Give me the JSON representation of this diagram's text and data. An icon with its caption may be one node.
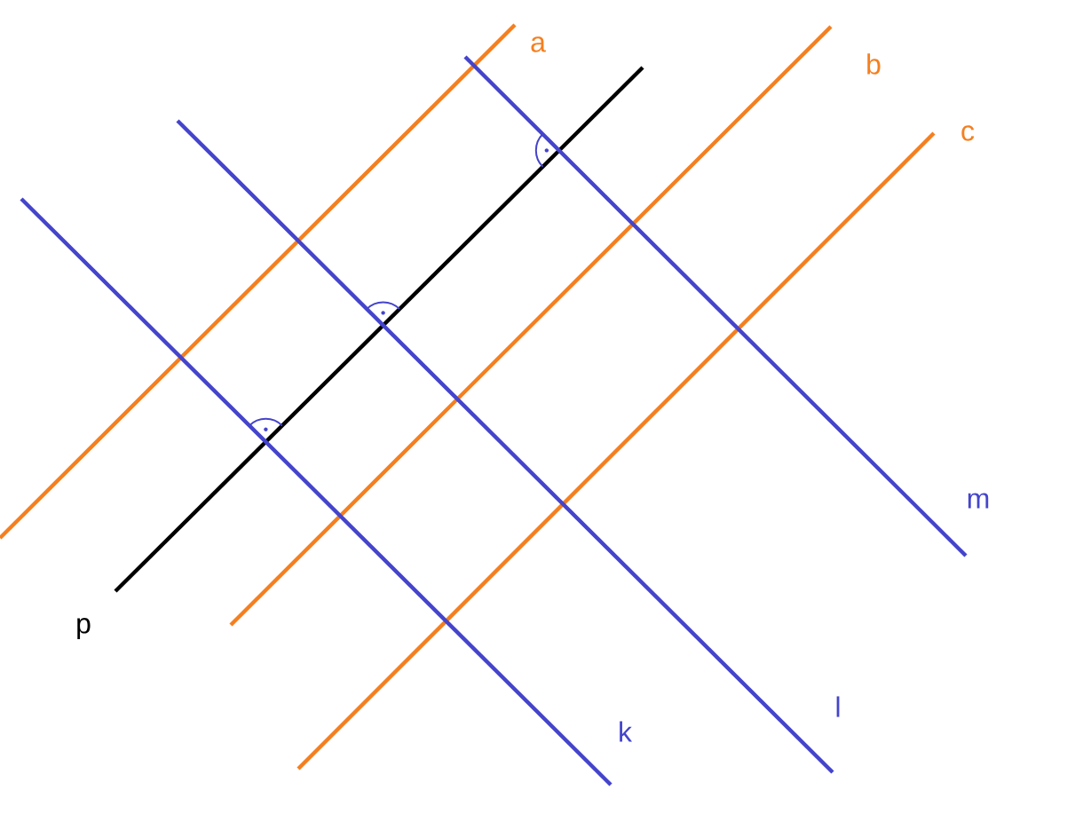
{
  "diagram": {
    "labels": [
      "a",
      "b",
      "c",
      "m",
      "p",
      "l",
      "k"
    ]
  }
}
